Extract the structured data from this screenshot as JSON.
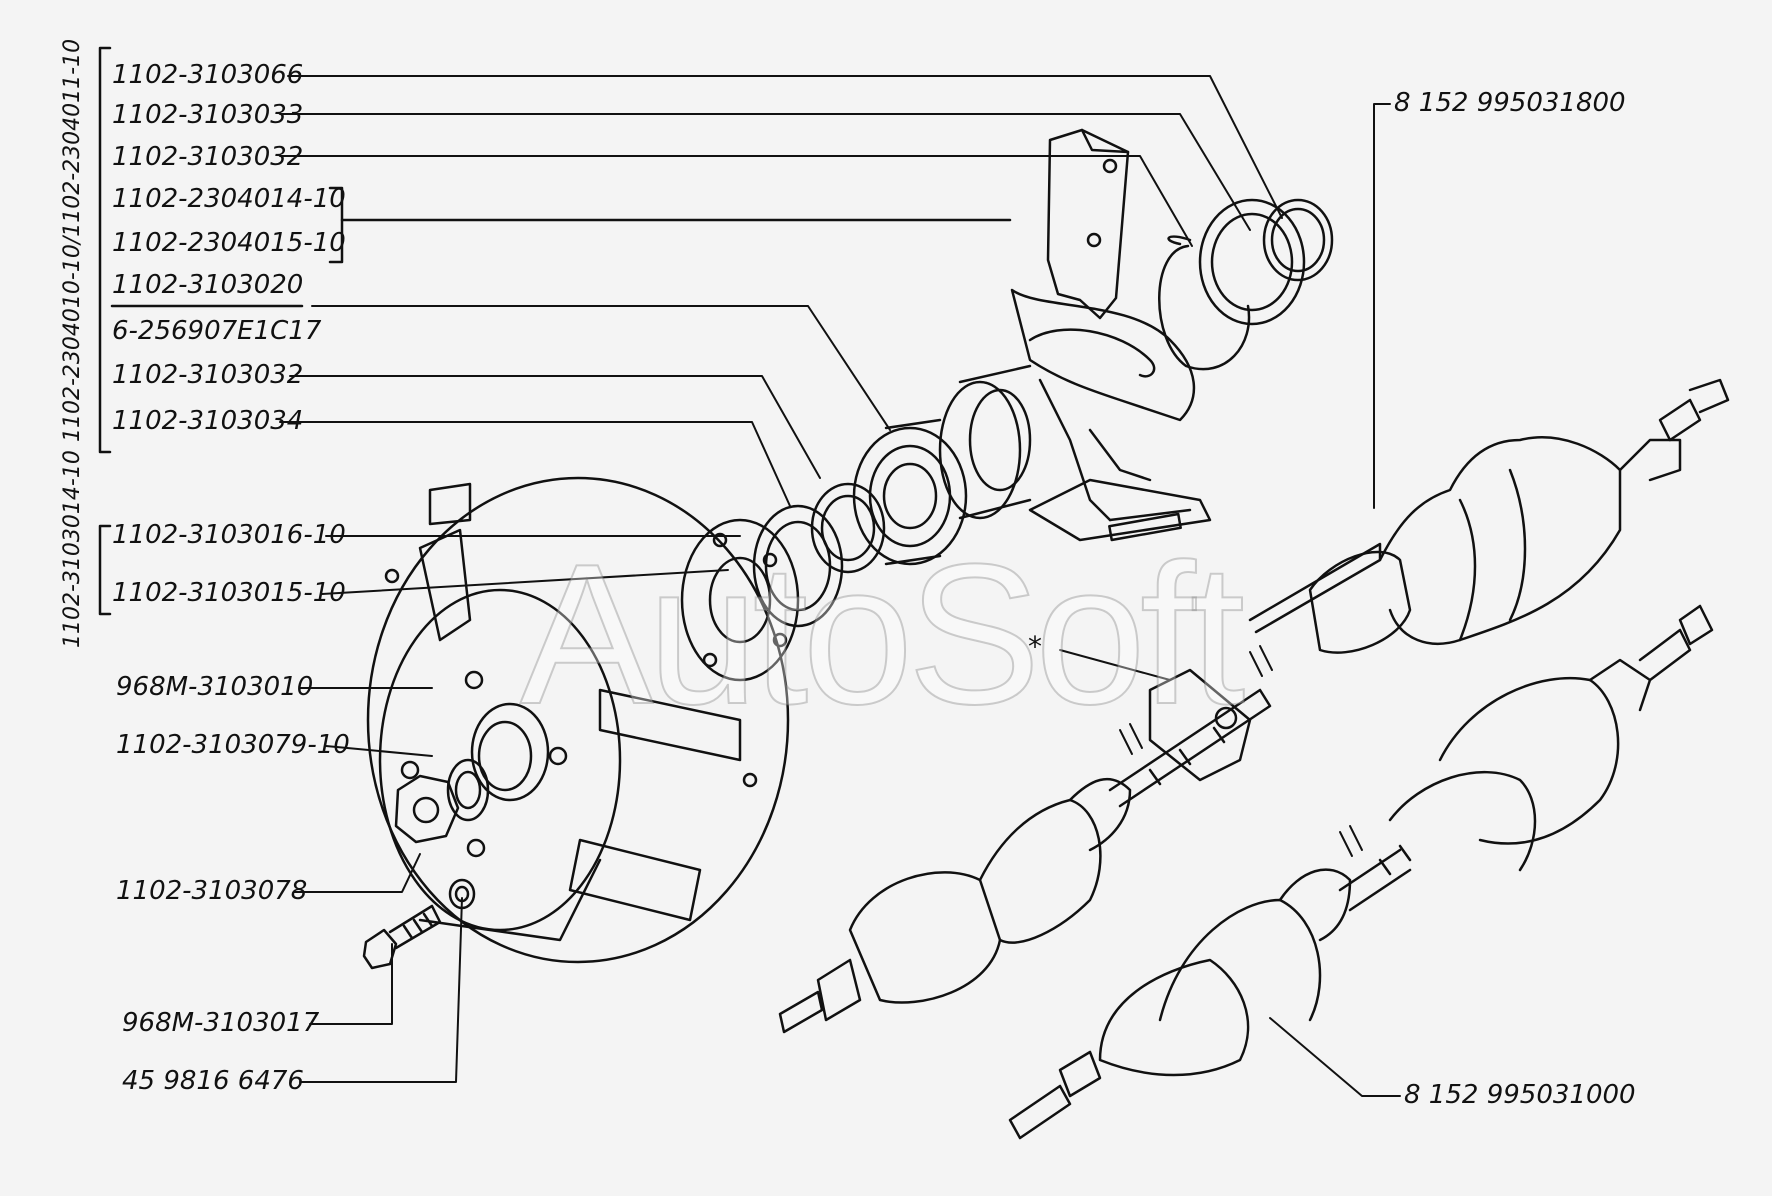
{
  "labels": {
    "p3103066": "1102-3103066",
    "p3103033": "1102-3103033",
    "p3103032a": "1102-3103032",
    "p2304014": "1102-2304014-10",
    "p2304015": "1102-2304015-10",
    "p3103020": "1102-3103020",
    "bearing": "6-256907E1C17",
    "p3103032b": "1102-3103032",
    "p3103034": "1102-3103034",
    "p3103016": "1102-3103016-10",
    "p3103015": "1102-3103015-10",
    "p968m3103010": "968M-3103010",
    "p3103079": "1102-3103079-10",
    "p3103078": "1102-3103078",
    "p968m3103017": "968M-3103017",
    "washer": "45 9816 6476",
    "shaft_upper": "8 152 995031800",
    "shaft_lower": "8 152 995031000"
  },
  "group_labels": {
    "bracket_group": "1102-2304010-10/1102-2304011-10",
    "hub_group": "1102-3103014-10"
  },
  "marker": "*",
  "watermark": "AutoSoft"
}
